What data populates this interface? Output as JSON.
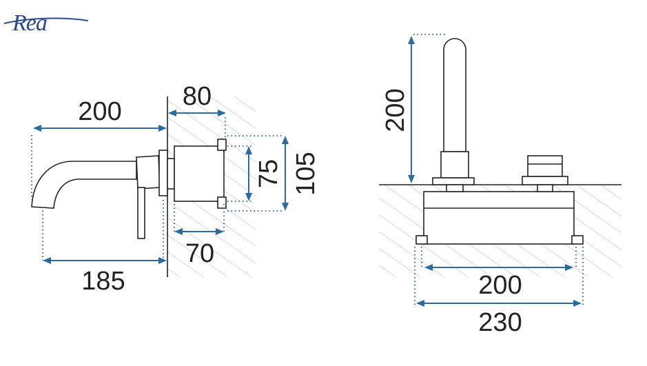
{
  "brand": {
    "name": "Rea"
  },
  "colors": {
    "dimension": "#2d6aa0",
    "outline": "#222222",
    "hatch": "#9a9a9a",
    "brand": "#2b4a8a"
  },
  "side_view": {
    "dims": {
      "spout_length_top": "200",
      "mount_depth": "80",
      "body_height_inner": "75",
      "body_height_outer": "105",
      "box_depth": "70",
      "spout_length_bottom": "185"
    }
  },
  "front_view": {
    "dims": {
      "spout_height": "200",
      "box_inner_width": "200",
      "box_outer_width": "230"
    }
  }
}
